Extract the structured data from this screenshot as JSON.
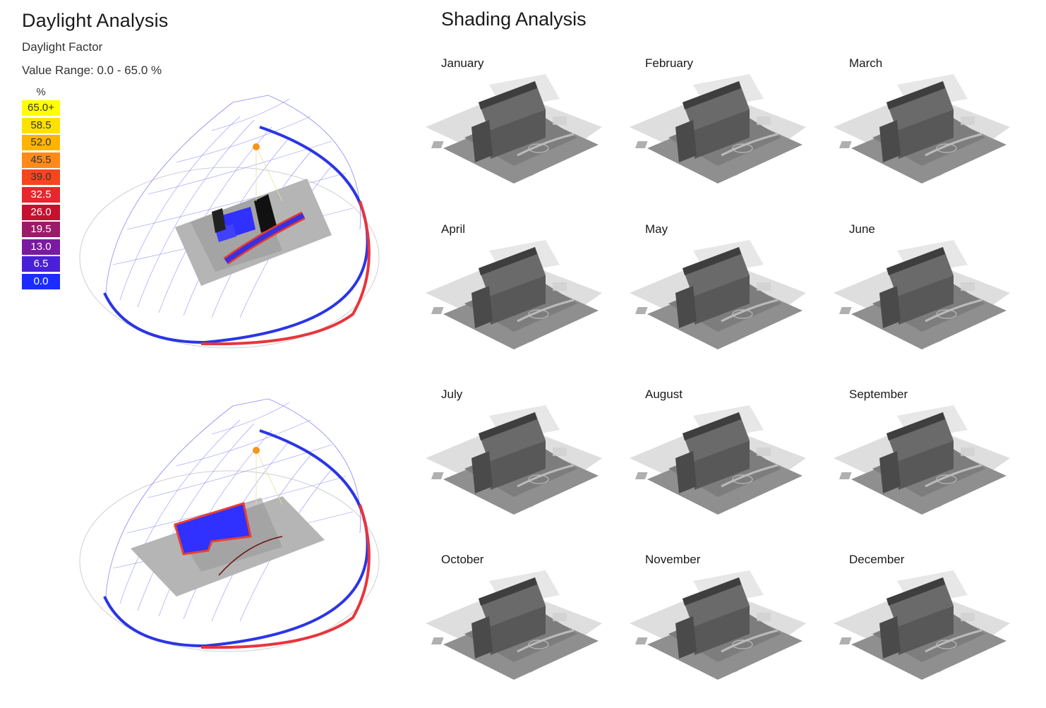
{
  "daylight": {
    "title": "Daylight Analysis",
    "subtitle": "Daylight Factor",
    "value_range": "Value Range: 0.0 - 65.0 %",
    "legend_unit": "%",
    "legend": [
      {
        "label": "65.0+",
        "color": "#ffff00",
        "text": "#333333"
      },
      {
        "label": "58.5",
        "color": "#ffe100",
        "text": "#333333"
      },
      {
        "label": "52.0",
        "color": "#ffb400",
        "text": "#333333"
      },
      {
        "label": "45.5",
        "color": "#ff8a1a",
        "text": "#333333"
      },
      {
        "label": "39.0",
        "color": "#f5461e",
        "text": "#333333"
      },
      {
        "label": "32.5",
        "color": "#e8262d",
        "text": "#ffffff"
      },
      {
        "label": "26.0",
        "color": "#c4112f",
        "text": "#ffffff"
      },
      {
        "label": "19.5",
        "color": "#9c1a6a",
        "text": "#ffffff"
      },
      {
        "label": "13.0",
        "color": "#7a1aa0",
        "text": "#ffffff"
      },
      {
        "label": "6.5",
        "color": "#4a20d8",
        "text": "#ffffff"
      },
      {
        "label": "0.0",
        "color": "#1a2cff",
        "text": "#ffffff"
      }
    ]
  },
  "shading": {
    "title": "Shading Analysis",
    "months": [
      "January",
      "February",
      "March",
      "April",
      "May",
      "June",
      "July",
      "August",
      "September",
      "October",
      "November",
      "December"
    ]
  },
  "colors": {
    "sun": "#f7941d",
    "path_blue": "#2b35e6",
    "path_red": "#e8353b",
    "grid": "#6b6bf0",
    "ground": "#8c8c8c",
    "building": "#5e5e5e"
  }
}
